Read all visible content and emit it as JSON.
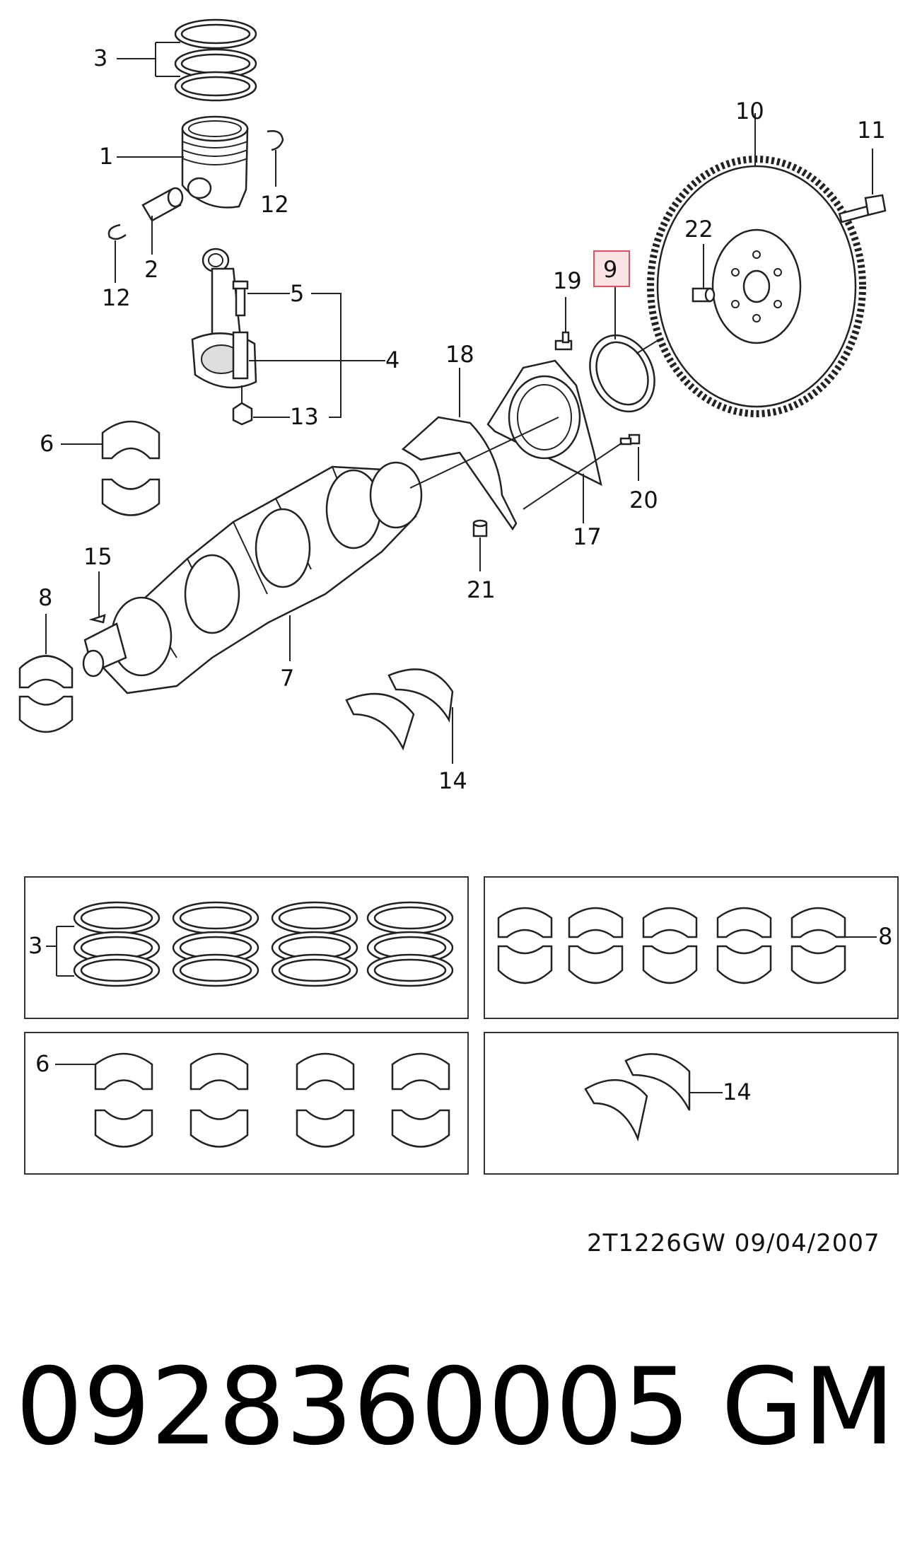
{
  "callouts": {
    "c1": "1",
    "c2": "2",
    "c3": "3",
    "c4": "4",
    "c5": "5",
    "c6": "6",
    "c7": "7",
    "c8": "8",
    "c9": "9",
    "c10": "10",
    "c11": "11",
    "c12a": "12",
    "c12b": "12",
    "c13": "13",
    "c14": "14",
    "c15": "15",
    "c17": "17",
    "c18": "18",
    "c19": "19",
    "c20": "20",
    "c21": "21",
    "c22": "22",
    "kit_rings": "3",
    "kit_main_bearings": "8",
    "kit_rod_bearings": "6",
    "kit_thrust": "14"
  },
  "highlighted_callout": "9",
  "highlight_color": "#e05060",
  "reference_code": "2T1226GW  09/04/2007",
  "part_number": "0928360005",
  "brand": "GM"
}
